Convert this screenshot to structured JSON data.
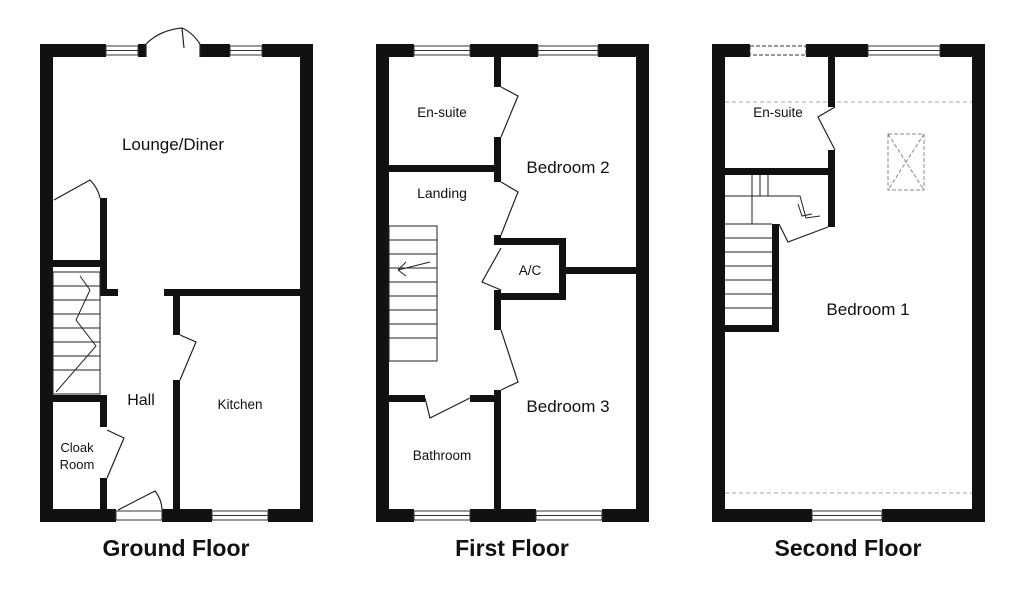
{
  "floors": {
    "ground": {
      "title": "Ground Floor",
      "rooms": {
        "lounge": "Lounge/Diner",
        "hall": "Hall",
        "kitchen": "Kitchen",
        "cloak_line1": "Cloak",
        "cloak_line2": "Room"
      }
    },
    "first": {
      "title": "First Floor",
      "rooms": {
        "ensuite": "En-suite",
        "bedroom2": "Bedroom 2",
        "landing": "Landing",
        "ac": "A/C",
        "bedroom3": "Bedroom 3",
        "bathroom": "Bathroom"
      }
    },
    "second": {
      "title": "Second Floor",
      "rooms": {
        "ensuite": "En-suite",
        "bedroom1": "Bedroom 1"
      }
    }
  }
}
